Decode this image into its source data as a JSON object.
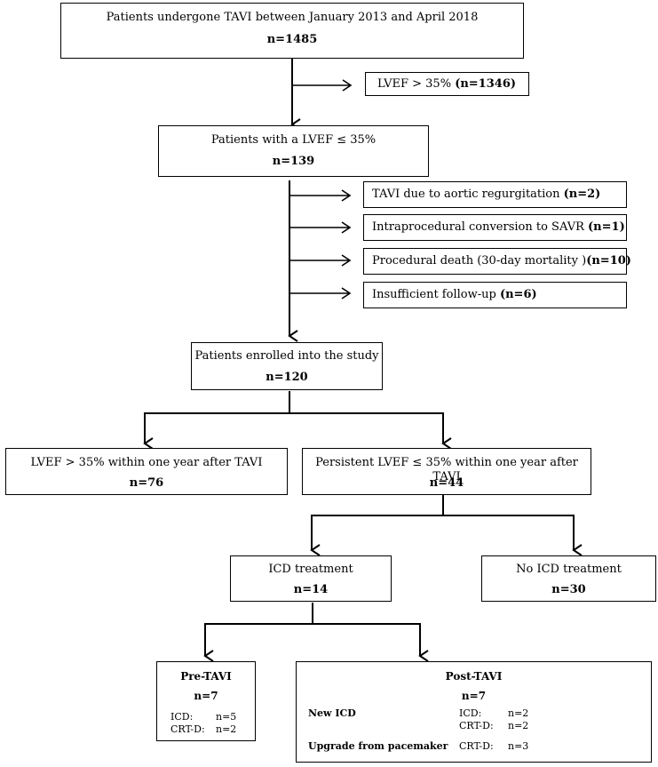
{
  "boxes": {
    "b1": {
      "title": "Patients undergone TAVI between January 2013 and April 2018",
      "count": "n=1485"
    },
    "e1": {
      "text": "LVEF > 35%",
      "count": "(n=1346)"
    },
    "b2": {
      "title": "Patients with a LVEF ≤ 35%",
      "count": "n=139"
    },
    "e2": {
      "text": "TAVI due to aortic regurgitation",
      "count": "(n=2)"
    },
    "e3": {
      "text": "Intraprocedural conversion to SAVR",
      "count": "(n=1)"
    },
    "e4": {
      "text": "Procedural death (30-day mortality )",
      "count": "(n=10)"
    },
    "e5": {
      "text": "Insufficient follow-up",
      "count": "(n=6)"
    },
    "b3": {
      "title": "Patients enrolled into the study",
      "count": "n=120"
    },
    "b4": {
      "title": "LVEF > 35% within one year after TAVI",
      "count": "n=76"
    },
    "b5": {
      "title": "Persistent LVEF ≤ 35% within one year after TAVI",
      "count": "n=44"
    },
    "b6": {
      "title": "ICD treatment",
      "count": "n=14"
    },
    "b7": {
      "title": "No ICD treatment",
      "count": "n=30"
    },
    "b8": {
      "title": "Pre-TAVI",
      "count": "n=7",
      "rows": [
        {
          "label": "ICD:",
          "value": "n=5"
        },
        {
          "label": "CRT-D:",
          "value": "n=2"
        }
      ]
    },
    "b9": {
      "title": "Post-TAVI",
      "count": "n=7",
      "new_icd": {
        "heading": "New ICD",
        "rows": [
          {
            "label": "ICD:",
            "value": "n=2"
          },
          {
            "label": "CRT-D:",
            "value": "n=2"
          }
        ]
      },
      "upgrade": {
        "heading": "Upgrade from pacemaker",
        "rows": [
          {
            "label": "CRT-D:",
            "value": "n=3"
          }
        ]
      }
    }
  }
}
